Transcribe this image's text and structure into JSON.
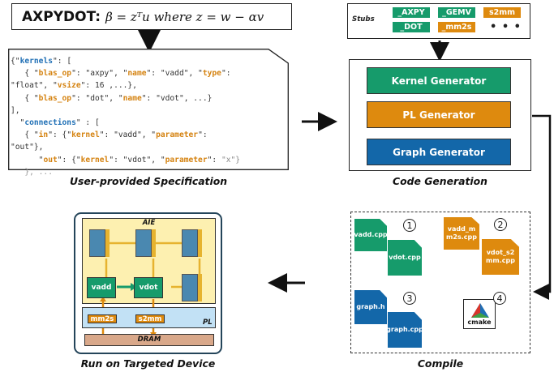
{
  "title": {
    "name": "AXPYDOT:",
    "formula": "β = zᵀu where z = w − αv"
  },
  "spec": {
    "lines": [
      [
        {
          "t": "{\"",
          "c": "s"
        },
        {
          "t": "kernels",
          "c": "k"
        },
        {
          "t": "\": [",
          "c": "s"
        }
      ],
      [
        {
          "t": "   { \"",
          "c": "s"
        },
        {
          "t": "blas_op",
          "c": "o"
        },
        {
          "t": "\": \"axpy\", \"",
          "c": "s"
        },
        {
          "t": "name",
          "c": "o"
        },
        {
          "t": "\": \"vadd\", \"",
          "c": "s"
        },
        {
          "t": "type",
          "c": "o"
        },
        {
          "t": "\":",
          "c": "s"
        }
      ],
      [
        {
          "t": "\"float\", \"",
          "c": "s"
        },
        {
          "t": "vsize",
          "c": "o"
        },
        {
          "t": "\": 16 ,...},",
          "c": "s"
        }
      ],
      [
        {
          "t": "   { \"",
          "c": "s"
        },
        {
          "t": "blas_op",
          "c": "o"
        },
        {
          "t": "\": \"dot\", \"",
          "c": "s"
        },
        {
          "t": "name",
          "c": "o"
        },
        {
          "t": "\": \"vdot\", ...}",
          "c": "s"
        }
      ],
      [
        {
          "t": "],",
          "c": "s"
        }
      ],
      [
        {
          "t": "  \"",
          "c": "s"
        },
        {
          "t": "connections",
          "c": "k"
        },
        {
          "t": "\" : [",
          "c": "s"
        }
      ],
      [
        {
          "t": "   { \"",
          "c": "s"
        },
        {
          "t": "in",
          "c": "o"
        },
        {
          "t": "\": {\"",
          "c": "s"
        },
        {
          "t": "kernel",
          "c": "o"
        },
        {
          "t": "\": \"vadd\", \"",
          "c": "s"
        },
        {
          "t": "parameter",
          "c": "o"
        },
        {
          "t": "\":",
          "c": "s"
        }
      ],
      [
        {
          "t": "\"out\"},",
          "c": "s"
        }
      ],
      [
        {
          "t": "      \"",
          "c": "s"
        },
        {
          "t": "out",
          "c": "o"
        },
        {
          "t": "\": {\"",
          "c": "s"
        },
        {
          "t": "kernel",
          "c": "o"
        },
        {
          "t": "\": \"vdot\", \"",
          "c": "s"
        },
        {
          "t": "parameter",
          "c": "o"
        },
        {
          "t": "\": ",
          "c": "s"
        },
        {
          "t": "\"x\"}",
          "c": "gray-s"
        }
      ],
      [
        {
          "t": "   }, ...",
          "c": "gray"
        }
      ]
    ],
    "caption": "User-provided Specification"
  },
  "stubs": {
    "label": "Stubs",
    "items": [
      {
        "label": "_AXPY",
        "color": "#169b6b"
      },
      {
        "label": "_GEMV",
        "color": "#169b6b"
      },
      {
        "label": "s2mm",
        "color": "#de8a0e"
      },
      {
        "label": "_DOT",
        "color": "#169b6b"
      },
      {
        "label": "_mm2s",
        "color": "#de8a0e"
      }
    ],
    "more": "• • •"
  },
  "code_generation": {
    "caption": "Code Generation",
    "generators": [
      {
        "label": "Kernel Generator",
        "color": "#169b6b"
      },
      {
        "label": "PL Generator",
        "color": "#de8a0e"
      },
      {
        "label": "Graph Generator",
        "color": "#1367a9"
      }
    ]
  },
  "compile": {
    "caption": "Compile",
    "groups": [
      {
        "num": "1",
        "files": [
          "vadd.cpp",
          "vdot.cpp"
        ],
        "color": "#169b6b"
      },
      {
        "num": "2",
        "files": [
          "vadd_m m2s.cpp",
          "vdot_s2 mm.cpp"
        ],
        "color": "#de8a0e"
      },
      {
        "num": "3",
        "files": [
          "graph.h",
          "graph.cpp"
        ],
        "color": "#1367a9"
      },
      {
        "num": "4",
        "files": [
          "cmake"
        ],
        "color": "#ffffff"
      }
    ]
  },
  "device": {
    "caption": "Run on Targeted Device",
    "aie_label": "AIE",
    "pl_label": "PL",
    "dram_label": "DRAM",
    "kernels": [
      "vadd",
      "vdot"
    ],
    "pl_blocks": [
      "mm2s",
      "s2mm"
    ],
    "colors": {
      "aie": "#fdf0b0",
      "pl": "#c2e1f5",
      "dram": "#d9a88a",
      "tile": "#4a88b0",
      "link": "#e6b32f"
    }
  }
}
